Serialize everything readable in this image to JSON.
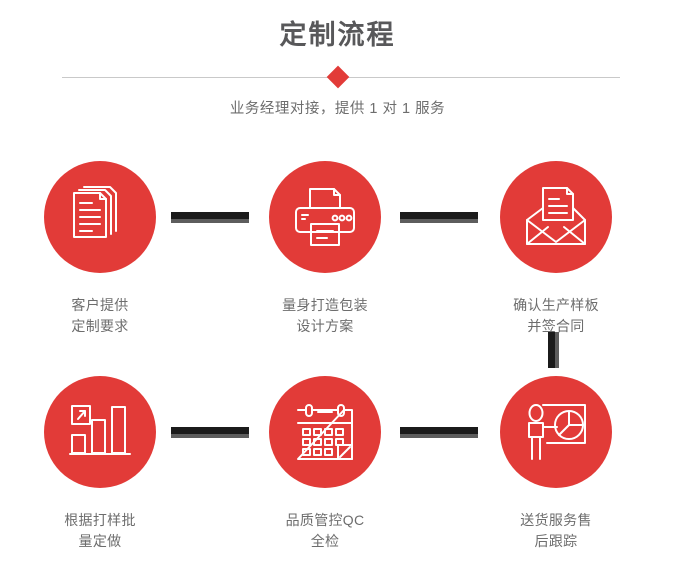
{
  "header": {
    "title": "定制流程",
    "subtitle": "业务经理对接，提供 1 对 1 服务",
    "divider_icon": "red-diamond"
  },
  "colors": {
    "accent_red": "#e23b38",
    "title_gray": "#58585a",
    "text_gray": "#6d6d6d",
    "connector_dark": "#1b1b1b",
    "connector_shadow": "#5d5d5d",
    "divider_line": "#c9c9c9",
    "background": "#ffffff"
  },
  "flow": {
    "rows": [
      {
        "steps": [
          {
            "index": 1,
            "icon": "documents-icon",
            "label": "客户提供\n定制要求"
          },
          {
            "index": 2,
            "icon": "printer-icon",
            "label": "量身打造包装\n设计方案"
          },
          {
            "index": 3,
            "icon": "envelope-document-icon",
            "label": "确认生产样板\n并签合同"
          }
        ]
      },
      {
        "steps": [
          {
            "index": 4,
            "icon": "bar-chart-growth-icon",
            "label": "根据打样批\n量定做"
          },
          {
            "index": 5,
            "icon": "calendar-icon",
            "label": "品质管控QC\n全检"
          },
          {
            "index": 6,
            "icon": "presenter-pie-chart-icon",
            "label": "送货服务售\n后跟踪"
          }
        ]
      }
    ],
    "connectors": [
      {
        "name": "connector-step1-step2",
        "orientation": "horizontal"
      },
      {
        "name": "connector-step2-step3",
        "orientation": "horizontal"
      },
      {
        "name": "connector-step3-step6",
        "orientation": "vertical"
      },
      {
        "name": "connector-step4-step5",
        "orientation": "horizontal"
      },
      {
        "name": "connector-step5-step6",
        "orientation": "horizontal"
      }
    ]
  }
}
